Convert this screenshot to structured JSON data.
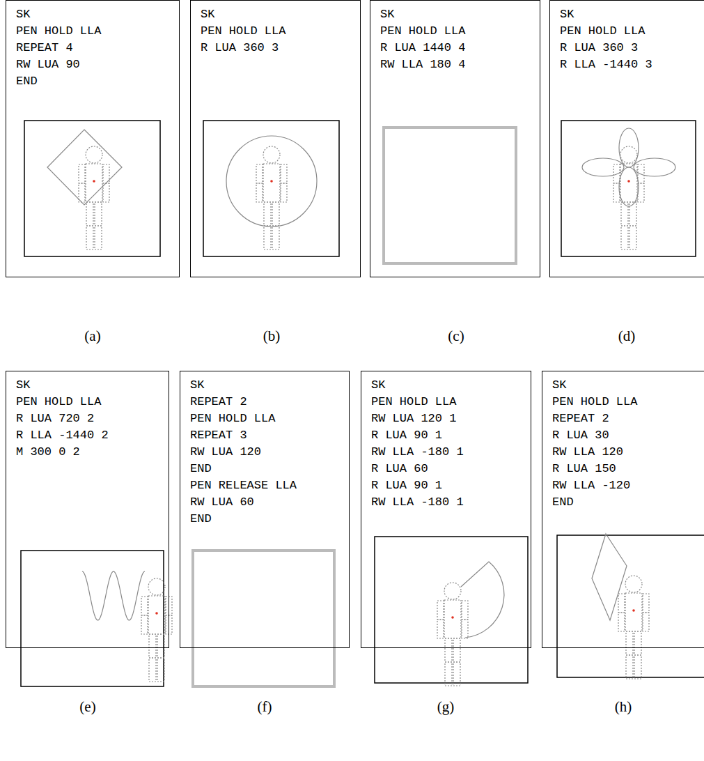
{
  "diagram": {
    "nodes": [
      {
        "text": [
          "SK",
          "PEN HOLD LLA",
          "REPEAT 4",
          "RW LUA 90",
          "END"
        ]
      },
      {
        "text": [
          "SK",
          "PEN HOLD LLA",
          "R LUA 360 3"
        ]
      },
      {
        "text": [
          "SK",
          "PEN HOLD LLA",
          "R LUA 1440 4",
          "RW LLA 180 4"
        ]
      },
      {
        "text": [
          "SK",
          "PEN HOLD LLA",
          "R LUA 360 3",
          "R LLA -1440 3"
        ]
      },
      {
        "text": [
          "SK",
          "PEN HOLD LLA",
          "R LUA 720 2",
          "R LLA -1440 2",
          "M 300 0 2"
        ]
      },
      {
        "text": [
          "SK",
          "REPEAT 2",
          "PEN HOLD LLA",
          "REPEAT 3",
          "RW LUA 120",
          "END",
          "PEN RELEASE LLA",
          "RW LUA 60",
          "END"
        ]
      },
      {
        "text": [
          "SK",
          "PEN HOLD LLA",
          "RW LUA 120 1",
          "R LUA 90 1",
          "RW LLA -180 1",
          "R LUA 60",
          "R LUA 90 1",
          "RW LLA -180 1"
        ]
      },
      {
        "text": [
          "SK",
          "PEN HOLD LLA",
          "REPEAT 2",
          "R LUA 30",
          "RW LLA 120",
          "R LUA 150",
          "RW LLA -120",
          "END"
        ]
      }
    ],
    "labels": [
      "(a)",
      "(b)",
      "(c)",
      "(d)",
      "(e)",
      "(f)",
      "(g)",
      "(h)"
    ]
  }
}
